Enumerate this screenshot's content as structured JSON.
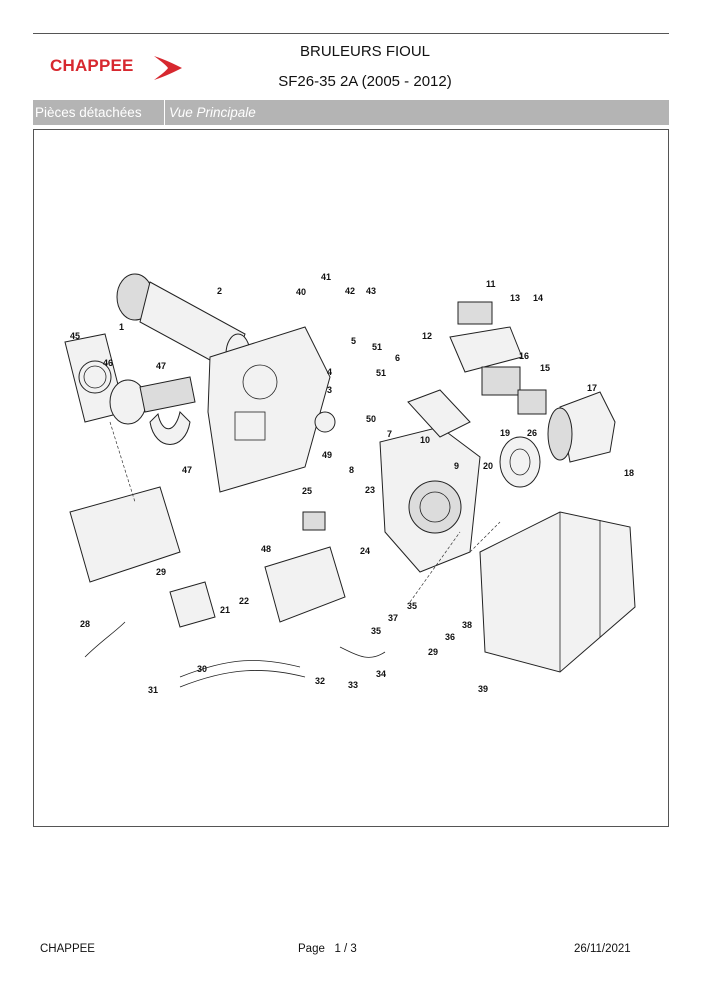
{
  "header": {
    "logo_text": "CHAPPEE",
    "title_line1": "BRULEURS FIOUL",
    "title_line2": "SF26-35 2A (2005 - 2012)"
  },
  "section_bar": {
    "category": "Pièces détachées",
    "view": "Vue Principale"
  },
  "diagram": {
    "callouts": [
      "1",
      "2",
      "3",
      "4",
      "5",
      "6",
      "7",
      "8",
      "9",
      "10",
      "11",
      "12",
      "13",
      "14",
      "15",
      "16",
      "17",
      "18",
      "19",
      "20",
      "21",
      "22",
      "23",
      "24",
      "25",
      "26",
      "28",
      "29",
      "29",
      "30",
      "31",
      "32",
      "33",
      "34",
      "35",
      "35",
      "36",
      "37",
      "38",
      "39",
      "40",
      "41",
      "42",
      "43",
      "45",
      "46",
      "47",
      "47",
      "48",
      "49",
      "50",
      "51",
      "51"
    ]
  },
  "footer": {
    "brand": "CHAPPEE",
    "page_label": "Page",
    "page_value": "1  /  3",
    "date": "26/11/2021"
  },
  "colors": {
    "brand_red": "#d7282f",
    "bar_gray": "#b4b4b4"
  }
}
